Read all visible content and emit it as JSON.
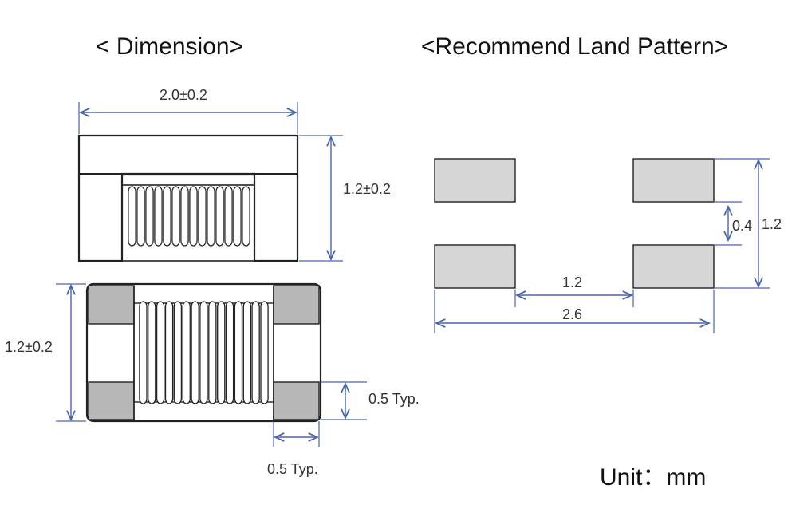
{
  "titles": {
    "dimension": "< Dimension>",
    "land_pattern": "<Recommend Land Pattern>"
  },
  "dimension": {
    "top_view_width": "2.0±0.2",
    "top_view_height": "1.2±0.2",
    "side_view_height": "1.2±0.2",
    "electrode_height": "0.5 Typ.",
    "electrode_width": "0.5 Typ."
  },
  "land_pattern": {
    "pad_gap": "0.4",
    "total_height": "1.2",
    "inner_spacing": "1.2",
    "total_width": "2.6"
  },
  "unit": "Unit：mm",
  "colors": {
    "dimension_line": "#4a63b0",
    "outline": "#222222",
    "pad_fill": "#d6d6d6",
    "electrode_fill": "#b7b7b7"
  }
}
